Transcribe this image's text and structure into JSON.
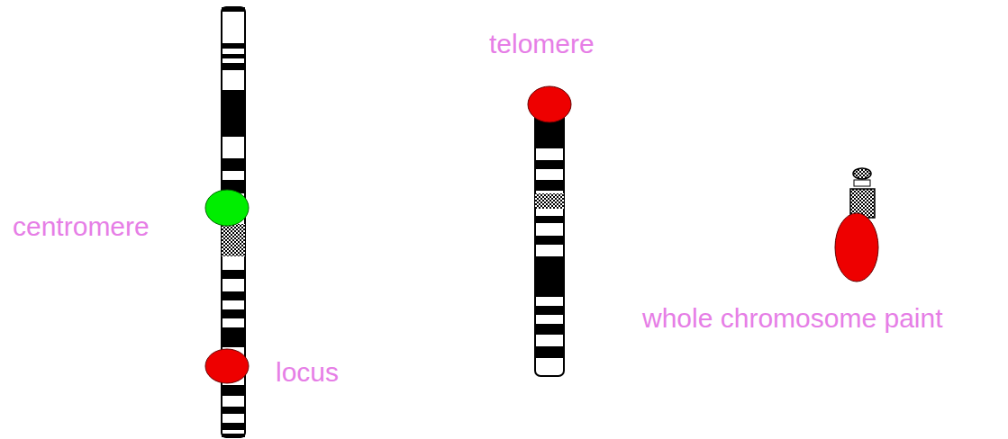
{
  "diagram": {
    "labels": [
      "centromere",
      "locus",
      "telomere",
      "whole chromosome paint"
    ]
  }
}
